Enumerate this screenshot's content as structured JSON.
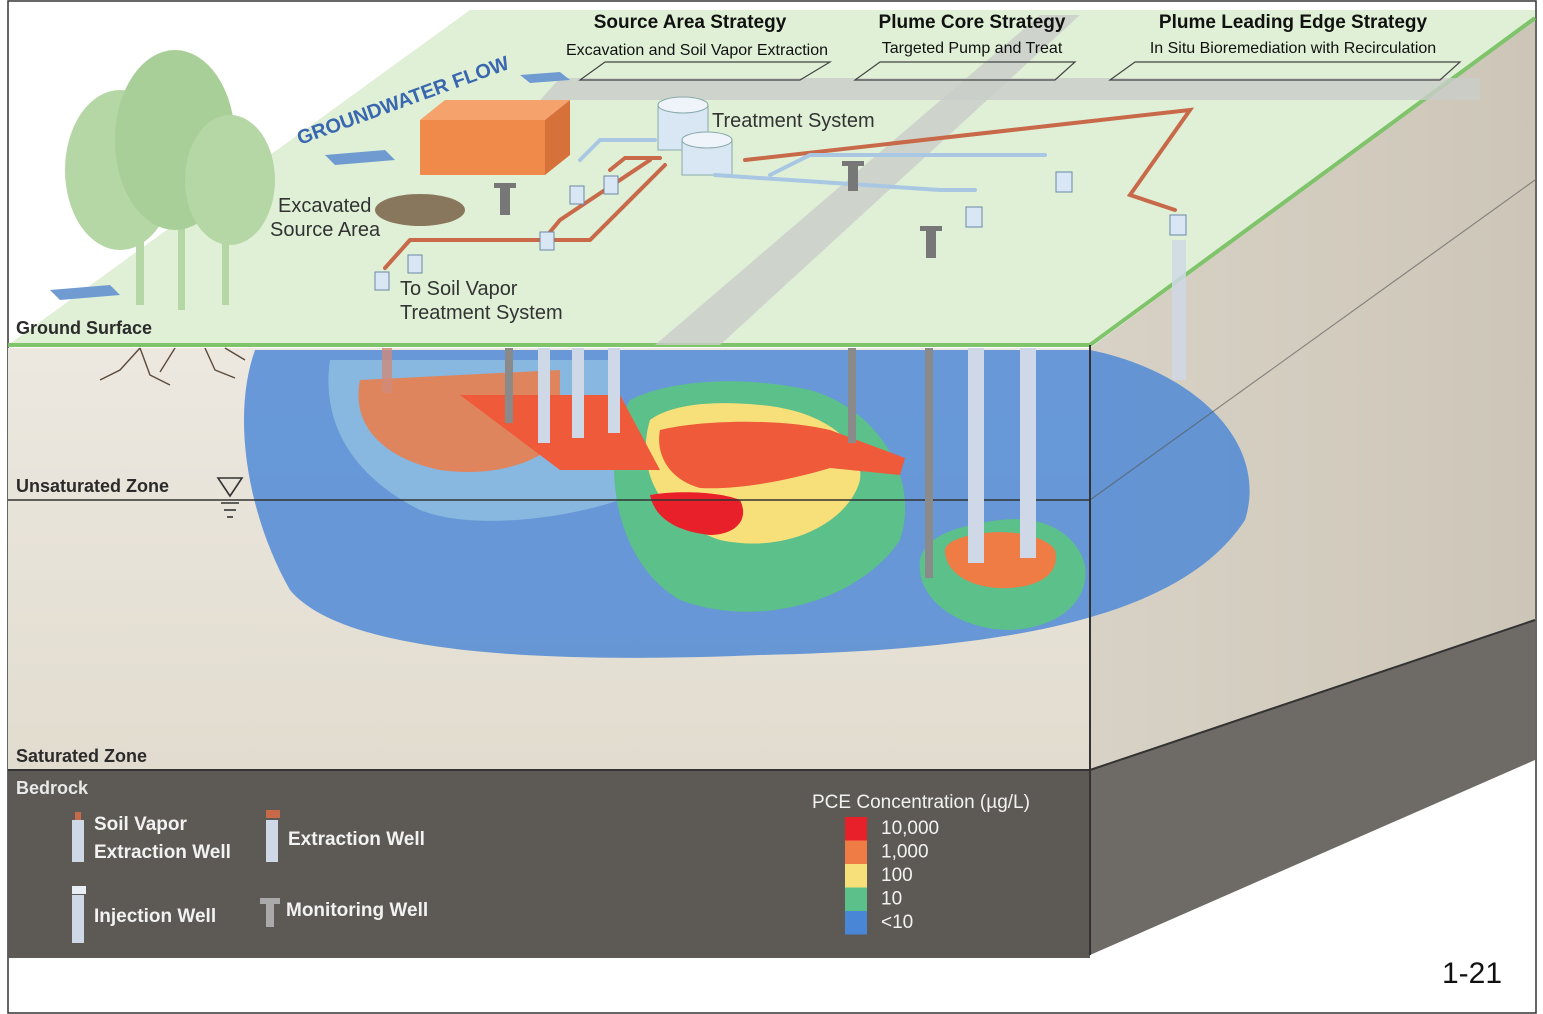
{
  "strategies": [
    {
      "title": "Source Area Strategy",
      "subtitle": "Excavation and Soil Vapor Extraction"
    },
    {
      "title": "Plume Core Strategy",
      "subtitle": "Targeted Pump and Treat"
    },
    {
      "title": "Plume Leading Edge Strategy",
      "subtitle": "In Situ Bioremediation with Recirculation"
    }
  ],
  "labels": {
    "groundwater_flow": "GROUNDWATER FLOW",
    "treatment_system": "Treatment System",
    "excavated_line1": "Excavated",
    "excavated_line2": "Source Area",
    "soil_vapor_line1": "To Soil Vapor",
    "soil_vapor_line2": "Treatment System",
    "ground_surface": "Ground Surface",
    "unsaturated_zone": "Unsaturated Zone",
    "saturated_zone": "Saturated Zone",
    "bedrock": "Bedrock",
    "page_number": "1-21"
  },
  "legend_wells": {
    "soil_vapor_line1": "Soil Vapor",
    "soil_vapor_line2": "Extraction Well",
    "extraction": "Extraction Well",
    "injection": "Injection Well",
    "monitoring": "Monitoring Well"
  },
  "concentration_legend": {
    "title": "PCE Concentration (µg/L)",
    "items": [
      {
        "label": "10,000",
        "color": "#e8202a"
      },
      {
        "label": "1,000",
        "color": "#ef7b45"
      },
      {
        "label": "100",
        "color": "#f7e07a"
      },
      {
        "label": "10",
        "color": "#5cc08a"
      },
      {
        "label": "<10",
        "color": "#4a86d6"
      }
    ]
  },
  "colors": {
    "ground": "#dff0d6",
    "ground_edge": "#7fc36a",
    "soil": "#e8e2d8",
    "bedrock": "#5d5a55",
    "pipe_extraction": "#c8694a",
    "pipe_injection": "#a9c7e3",
    "building": "#f08a4b"
  }
}
